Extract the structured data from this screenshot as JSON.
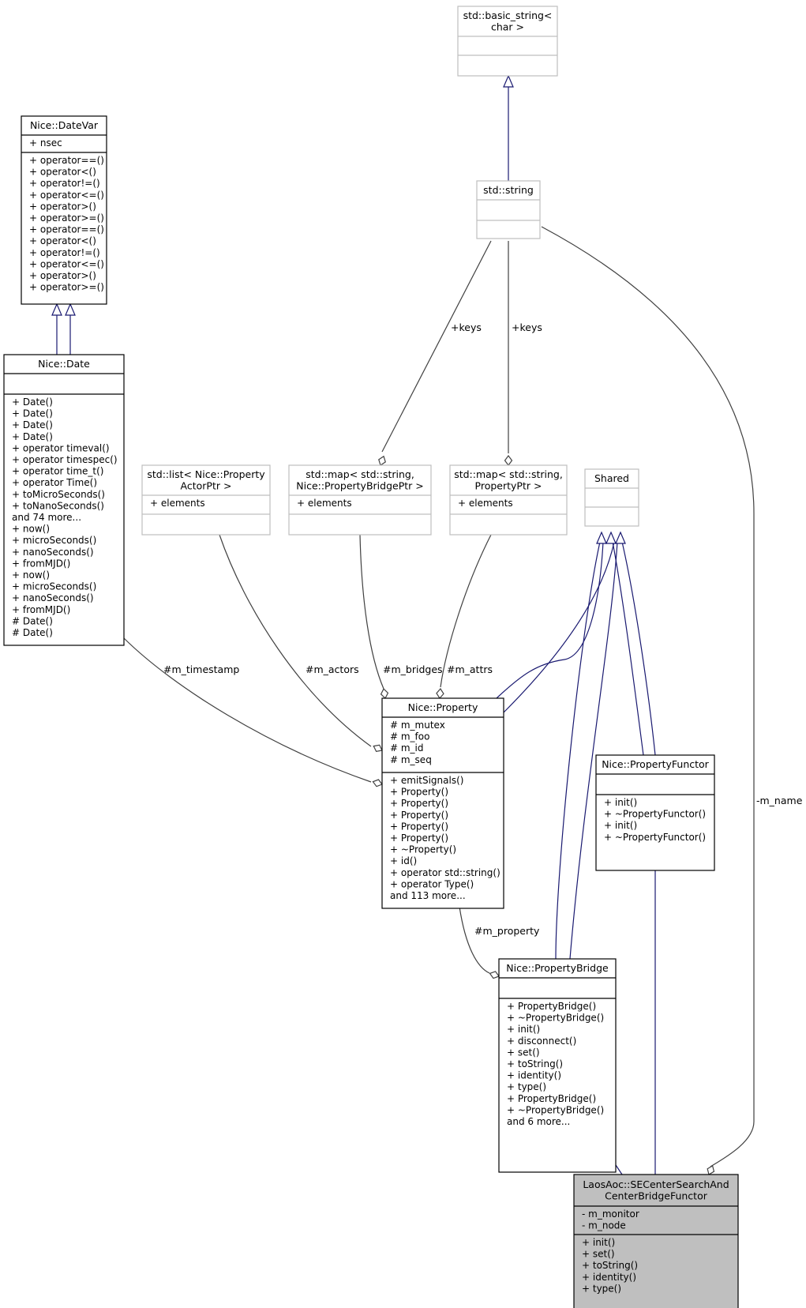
{
  "colors": {
    "solid_border": "#000000",
    "external_border": "#bfbfbf",
    "inherit_edge": "#191970",
    "assoc_edge": "#404040",
    "focus_fill": "#bfbfbf",
    "background": "#ffffff"
  },
  "classes": [
    {
      "id": "basic_string",
      "title": [
        "std::basic_string<",
        "char >"
      ],
      "attributes": [],
      "methods": [],
      "style": "external"
    },
    {
      "id": "std_string",
      "title": [
        "std::string"
      ],
      "attributes": [],
      "methods": [],
      "style": "external"
    },
    {
      "id": "datevar",
      "title": [
        "Nice::DateVar"
      ],
      "attributes": [
        "+ nsec"
      ],
      "methods": [
        "+ operator==()",
        "+ operator<()",
        "+ operator!=()",
        "+ operator<=()",
        "+ operator>()",
        "+ operator>=()",
        "+ operator==()",
        "+ operator<()",
        "+ operator!=()",
        "+ operator<=()",
        "+ operator>()",
        "+ operator>=()"
      ],
      "style": "solid"
    },
    {
      "id": "date",
      "title": [
        "Nice::Date"
      ],
      "attributes": [],
      "methods": [
        "+ Date()",
        "+ Date()",
        "+ Date()",
        "+ Date()",
        "+ operator timeval()",
        "+ operator timespec()",
        "+ operator time_t()",
        "+ operator Time()",
        "+ toMicroSeconds()",
        "+ toNanoSeconds()",
        "and 74 more...",
        "+ now()",
        "+ microSeconds()",
        "+ nanoSeconds()",
        "+ fromMJD()",
        "+ now()",
        "+ microSeconds()",
        "+ nanoSeconds()",
        "+ fromMJD()",
        "# Date()",
        "# Date()"
      ],
      "style": "solid"
    },
    {
      "id": "list_actor",
      "title": [
        "std::list< Nice::Property",
        "ActorPtr >"
      ],
      "attributes": [
        "+ elements"
      ],
      "methods": [],
      "style": "external"
    },
    {
      "id": "map_bridge",
      "title": [
        "std::map< std::string,",
        "Nice::PropertyBridgePtr >"
      ],
      "attributes": [
        "+ elements"
      ],
      "methods": [],
      "style": "external"
    },
    {
      "id": "map_prop",
      "title": [
        "std::map< std::string,",
        "PropertyPtr >"
      ],
      "attributes": [
        "+ elements"
      ],
      "methods": [],
      "style": "external"
    },
    {
      "id": "shared",
      "title": [
        "Shared"
      ],
      "attributes": [],
      "methods": [],
      "style": "external"
    },
    {
      "id": "property",
      "title": [
        "Nice::Property"
      ],
      "attributes": [
        "# m_mutex",
        "# m_foo",
        "# m_id",
        "# m_seq"
      ],
      "methods": [
        "+ emitSignals()",
        "+ Property()",
        "+ Property()",
        "+ Property()",
        "+ Property()",
        "+ Property()",
        "+ ~Property()",
        "+ id()",
        "+ operator std::string()",
        "+ operator Type()",
        "and 113 more..."
      ],
      "style": "solid"
    },
    {
      "id": "functor",
      "title": [
        "Nice::PropertyFunctor"
      ],
      "attributes": [],
      "methods": [
        "+ init()",
        "+ ~PropertyFunctor()",
        "+ init()",
        "+ ~PropertyFunctor()"
      ],
      "style": "solid"
    },
    {
      "id": "bridge",
      "title": [
        "Nice::PropertyBridge"
      ],
      "attributes": [],
      "methods": [
        "+ PropertyBridge()",
        "+ ~PropertyBridge()",
        "+ init()",
        "+ disconnect()",
        "+ set()",
        "+ toString()",
        "+ identity()",
        "+ type()",
        "+ PropertyBridge()",
        "+ ~PropertyBridge()",
        "and 6 more..."
      ],
      "style": "solid"
    },
    {
      "id": "laos",
      "title": [
        "LaosAoc::SECenterSearchAnd",
        "CenterBridgeFunctor"
      ],
      "attributes": [
        "- m_monitor",
        "- m_node"
      ],
      "methods": [
        "+ init()",
        "+ set()",
        "+ toString()",
        "+ identity()",
        "+ type()"
      ],
      "style": "focus"
    }
  ],
  "edge_labels": {
    "keys_left": "+keys",
    "keys_right": "+keys",
    "m_timestamp": "#m_timestamp",
    "m_actors": "#m_actors",
    "m_bridges": "#m_bridges",
    "m_attrs": "#m_attrs",
    "m_property": "#m_property",
    "m_name": "-m_name"
  }
}
